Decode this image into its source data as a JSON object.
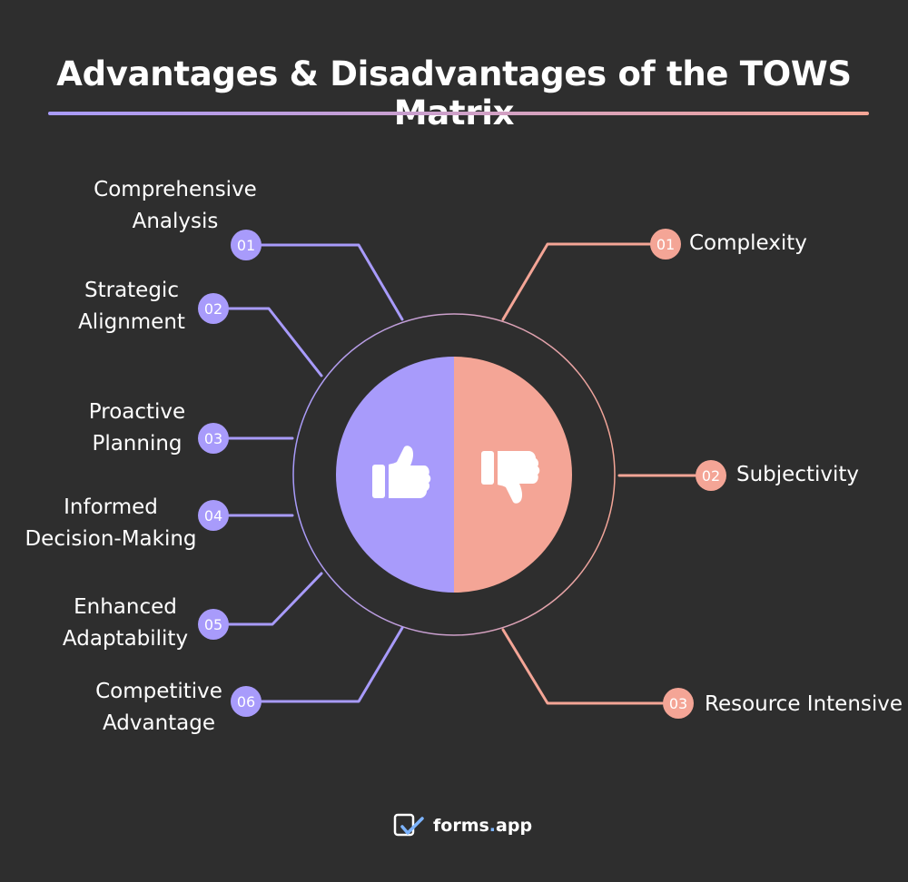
{
  "title": "Advantages & Disadvantages of the TOWS Matrix",
  "colors": {
    "background": "#2e2e2e",
    "advantage": "#a89bfb",
    "disadvantage": "#f4a596",
    "text": "#ffffff"
  },
  "advantages": [
    {
      "number": "01",
      "line1": "Comprehensive",
      "line2": "Analysis"
    },
    {
      "number": "02",
      "line1": "Strategic",
      "line2": "Alignment"
    },
    {
      "number": "03",
      "line1": "Proactive",
      "line2": "Planning"
    },
    {
      "number": "04",
      "line1": "Informed",
      "line2": "Decision-Making"
    },
    {
      "number": "05",
      "line1": "Enhanced",
      "line2": "Adaptability"
    },
    {
      "number": "06",
      "line1": "Competitive",
      "line2": "Advantage"
    }
  ],
  "disadvantages": [
    {
      "number": "01",
      "label": "Complexity"
    },
    {
      "number": "02",
      "label": "Subjectivity"
    },
    {
      "number": "03",
      "label": "Resource Intensive"
    }
  ],
  "icons": {
    "advantage": "thumbs-up-icon",
    "disadvantage": "thumbs-down-icon"
  },
  "brand": {
    "name": "forms",
    "dot": ".",
    "suffix": "app",
    "icon": "forms-app-logo-icon"
  }
}
